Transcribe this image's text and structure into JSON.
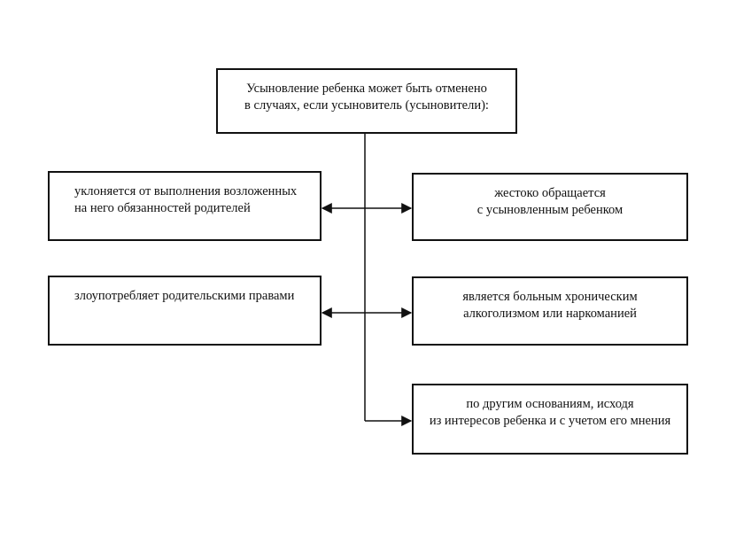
{
  "root": {
    "text": "Усыновление  ребенка может быть отменено\nв случаях, если усыновитель (усыновители):"
  },
  "left_boxes": [
    {
      "text": "уклоняется от выполнения возложенных\nна него обязанностей родителей"
    },
    {
      "text": "злоупотребляет родительскими правами"
    }
  ],
  "right_boxes": [
    {
      "text": "жестоко обращается\nс усыновленным ребенком"
    },
    {
      "text": "является больным хроническим\nалкоголизмом или наркоманией"
    },
    {
      "text": "по другим основаниям, исходя\nиз интересов ребенка и с учетом его мнения"
    }
  ]
}
